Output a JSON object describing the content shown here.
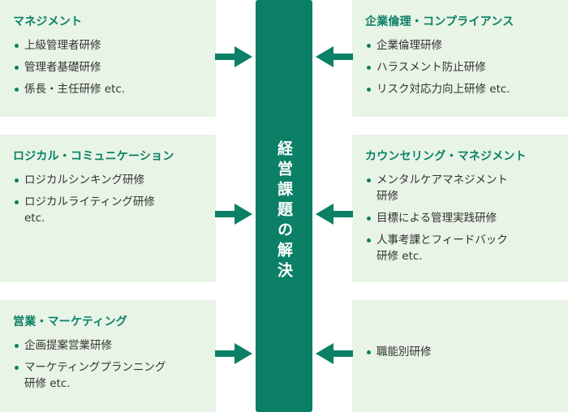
{
  "center": {
    "title": "経営課題の解決"
  },
  "left": [
    {
      "title": "マネジメント",
      "items": [
        "上級管理者研修",
        "管理者基礎研修",
        "係長・主任研修 etc."
      ]
    },
    {
      "title": "ロジカル・コミュニケーション",
      "items": [
        "ロジカルシンキング研修",
        "ロジカルライティング研修\netc."
      ]
    },
    {
      "title": "営業・マーケティング",
      "items": [
        "企画提案営業研修",
        "マーケティングプランニング\n研修 etc."
      ]
    }
  ],
  "right": [
    {
      "title": "企業倫理・コンプライアンス",
      "items": [
        "企業倫理研修",
        "ハラスメント防止研修",
        "リスク対応力向上研修 etc."
      ]
    },
    {
      "title": "カウンセリング・マネジメント",
      "items": [
        "メンタルケアマネジメント\n研修",
        "目標による管理実践研修",
        "人事考課とフィードバック\n研修 etc."
      ]
    },
    {
      "title": "",
      "items": [
        "職能別研修"
      ]
    }
  ],
  "colors": {
    "accent": "#0b8066",
    "box_bg": "#e8f4e6",
    "text": "#333333"
  }
}
